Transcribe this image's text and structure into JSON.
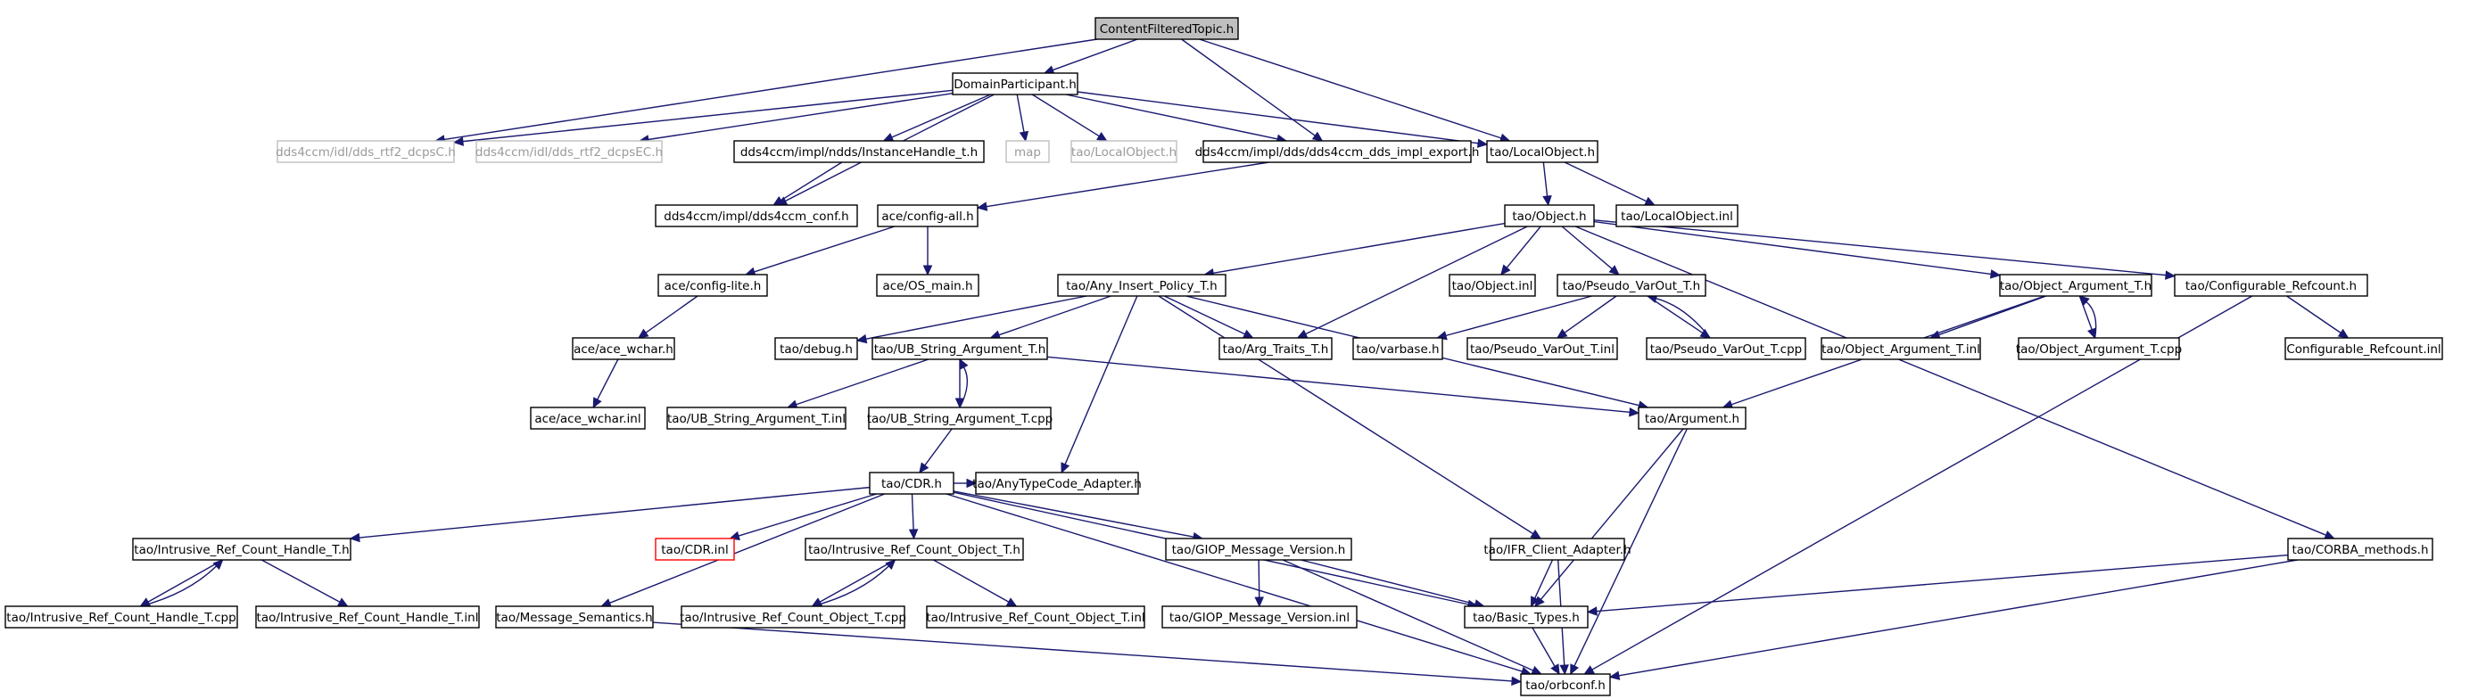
{
  "nodes": [
    {
      "id": "root",
      "label": "ContentFilteredTopic.h",
      "kind": "root"
    },
    {
      "id": "dp",
      "label": "DomainParticipant.h"
    },
    {
      "id": "dcpsC",
      "label": "dds4ccm/idl/dds_rtf2_dcpsC.h",
      "kind": "ext"
    },
    {
      "id": "dcpsEC",
      "label": "dds4ccm/idl/dds_rtf2_dcpsEC.h",
      "kind": "ext"
    },
    {
      "id": "ih",
      "label": "dds4ccm/impl/ndds/InstanceHandle_t.h"
    },
    {
      "id": "map",
      "label": "map",
      "kind": "ext"
    },
    {
      "id": "lo_ext",
      "label": "tao/LocalObject.h",
      "kind": "ext"
    },
    {
      "id": "exp",
      "label": "dds4ccm/impl/dds/dds4ccm_dds_impl_export.h"
    },
    {
      "id": "lo",
      "label": "tao/LocalObject.h"
    },
    {
      "id": "conf",
      "label": "dds4ccm/impl/dds4ccm_conf.h"
    },
    {
      "id": "cfgall",
      "label": "ace/config-all.h"
    },
    {
      "id": "obj",
      "label": "tao/Object.h"
    },
    {
      "id": "loinl",
      "label": "tao/LocalObject.inl"
    },
    {
      "id": "cfglite",
      "label": "ace/config-lite.h"
    },
    {
      "id": "osmain",
      "label": "ace/OS_main.h"
    },
    {
      "id": "aip",
      "label": "tao/Any_Insert_Policy_T.h"
    },
    {
      "id": "objinl",
      "label": "tao/Object.inl"
    },
    {
      "id": "pvo",
      "label": "tao/Pseudo_VarOut_T.h"
    },
    {
      "id": "oa",
      "label": "tao/Object_Argument_T.h"
    },
    {
      "id": "cr",
      "label": "tao/Configurable_Refcount.h"
    },
    {
      "id": "wchar",
      "label": "ace/ace_wchar.h"
    },
    {
      "id": "debug",
      "label": "tao/debug.h"
    },
    {
      "id": "ubs",
      "label": "tao/UB_String_Argument_T.h"
    },
    {
      "id": "atr",
      "label": "tao/Arg_Traits_T.h"
    },
    {
      "id": "varbase",
      "label": "tao/varbase.h"
    },
    {
      "id": "pvoinl",
      "label": "tao/Pseudo_VarOut_T.inl"
    },
    {
      "id": "pvocpp",
      "label": "tao/Pseudo_VarOut_T.cpp"
    },
    {
      "id": "oainl",
      "label": "tao/Object_Argument_T.inl"
    },
    {
      "id": "oacpp",
      "label": "tao/Object_Argument_T.cpp"
    },
    {
      "id": "crinl",
      "label": "Configurable_Refcount.inl"
    },
    {
      "id": "wcharinl",
      "label": "ace/ace_wchar.inl"
    },
    {
      "id": "ubsinl",
      "label": "tao/UB_String_Argument_T.inl"
    },
    {
      "id": "ubscpp",
      "label": "tao/UB_String_Argument_T.cpp"
    },
    {
      "id": "arg",
      "label": "tao/Argument.h"
    },
    {
      "id": "cdr",
      "label": "tao/CDR.h"
    },
    {
      "id": "atca",
      "label": "tao/AnyTypeCode_Adapter.h"
    },
    {
      "id": "irch",
      "label": "tao/Intrusive_Ref_Count_Handle_T.h"
    },
    {
      "id": "cdrinl",
      "label": "tao/CDR.inl",
      "kind": "missing"
    },
    {
      "id": "irco",
      "label": "tao/Intrusive_Ref_Count_Object_T.h"
    },
    {
      "id": "gmv",
      "label": "tao/GIOP_Message_Version.h"
    },
    {
      "id": "ifr",
      "label": "tao/IFR_Client_Adapter.h"
    },
    {
      "id": "corba",
      "label": "tao/CORBA_methods.h"
    },
    {
      "id": "irchcpp",
      "label": "tao/Intrusive_Ref_Count_Handle_T.cpp"
    },
    {
      "id": "irchinl",
      "label": "tao/Intrusive_Ref_Count_Handle_T.inl"
    },
    {
      "id": "ms",
      "label": "tao/Message_Semantics.h"
    },
    {
      "id": "irocpp",
      "label": "tao/Intrusive_Ref_Count_Object_T.cpp"
    },
    {
      "id": "iroinl",
      "label": "tao/Intrusive_Ref_Count_Object_T.inl"
    },
    {
      "id": "gmvinl",
      "label": "tao/GIOP_Message_Version.inl"
    },
    {
      "id": "bt",
      "label": "tao/Basic_Types.h"
    },
    {
      "id": "orbconf",
      "label": "tao/orbconf.h"
    }
  ],
  "edges": [
    [
      "root",
      "dp"
    ],
    [
      "root",
      "dcpsC"
    ],
    [
      "root",
      "exp"
    ],
    [
      "root",
      "lo"
    ],
    [
      "dp",
      "dcpsC"
    ],
    [
      "dp",
      "dcpsEC"
    ],
    [
      "dp",
      "ih"
    ],
    [
      "dp",
      "map"
    ],
    [
      "dp",
      "lo_ext"
    ],
    [
      "dp",
      "exp"
    ],
    [
      "dp",
      "lo"
    ],
    [
      "dp",
      "conf"
    ],
    [
      "ih",
      "conf"
    ],
    [
      "exp",
      "cfgall"
    ],
    [
      "lo",
      "obj"
    ],
    [
      "lo",
      "loinl"
    ],
    [
      "cfgall",
      "cfglite"
    ],
    [
      "cfgall",
      "osmain"
    ],
    [
      "obj",
      "aip"
    ],
    [
      "obj",
      "objinl"
    ],
    [
      "obj",
      "pvo"
    ],
    [
      "obj",
      "oa"
    ],
    [
      "obj",
      "cr"
    ],
    [
      "obj",
      "atr"
    ],
    [
      "obj",
      "corba"
    ],
    [
      "cfglite",
      "wchar"
    ],
    [
      "wchar",
      "wcharinl"
    ],
    [
      "aip",
      "debug"
    ],
    [
      "aip",
      "ubs"
    ],
    [
      "aip",
      "atr"
    ],
    [
      "aip",
      "arg"
    ],
    [
      "aip",
      "atca"
    ],
    [
      "aip",
      "ifr"
    ],
    [
      "pvo",
      "varbase"
    ],
    [
      "pvo",
      "pvoinl"
    ],
    [
      "pvo",
      "pvocpp"
    ],
    [
      "pvocpp",
      "pvo"
    ],
    [
      "oa",
      "oainl"
    ],
    [
      "oa",
      "oacpp"
    ],
    [
      "oacpp",
      "oa"
    ],
    [
      "oa",
      "arg"
    ],
    [
      "cr",
      "crinl"
    ],
    [
      "cr",
      "orbconf"
    ],
    [
      "ubs",
      "ubsinl"
    ],
    [
      "ubs",
      "ubscpp"
    ],
    [
      "ubscpp",
      "ubs"
    ],
    [
      "ubs",
      "arg"
    ],
    [
      "ubscpp",
      "cdr"
    ],
    [
      "arg",
      "bt"
    ],
    [
      "arg",
      "orbconf"
    ],
    [
      "cdr",
      "irch"
    ],
    [
      "cdr",
      "cdrinl"
    ],
    [
      "cdr",
      "irco"
    ],
    [
      "cdr",
      "gmv"
    ],
    [
      "cdr",
      "ms"
    ],
    [
      "cdr",
      "bt"
    ],
    [
      "cdr",
      "orbconf"
    ],
    [
      "cdr",
      "atca"
    ],
    [
      "irch",
      "irchcpp"
    ],
    [
      "irchcpp",
      "irch"
    ],
    [
      "irch",
      "irchinl"
    ],
    [
      "irco",
      "irocpp"
    ],
    [
      "irocpp",
      "irco"
    ],
    [
      "irco",
      "iroinl"
    ],
    [
      "gmv",
      "gmvinl"
    ],
    [
      "gmv",
      "bt"
    ],
    [
      "gmv",
      "orbconf"
    ],
    [
      "ifr",
      "bt"
    ],
    [
      "ifr",
      "orbconf"
    ],
    [
      "corba",
      "bt"
    ],
    [
      "corba",
      "orbconf"
    ],
    [
      "ms",
      "orbconf"
    ],
    [
      "bt",
      "orbconf"
    ]
  ]
}
